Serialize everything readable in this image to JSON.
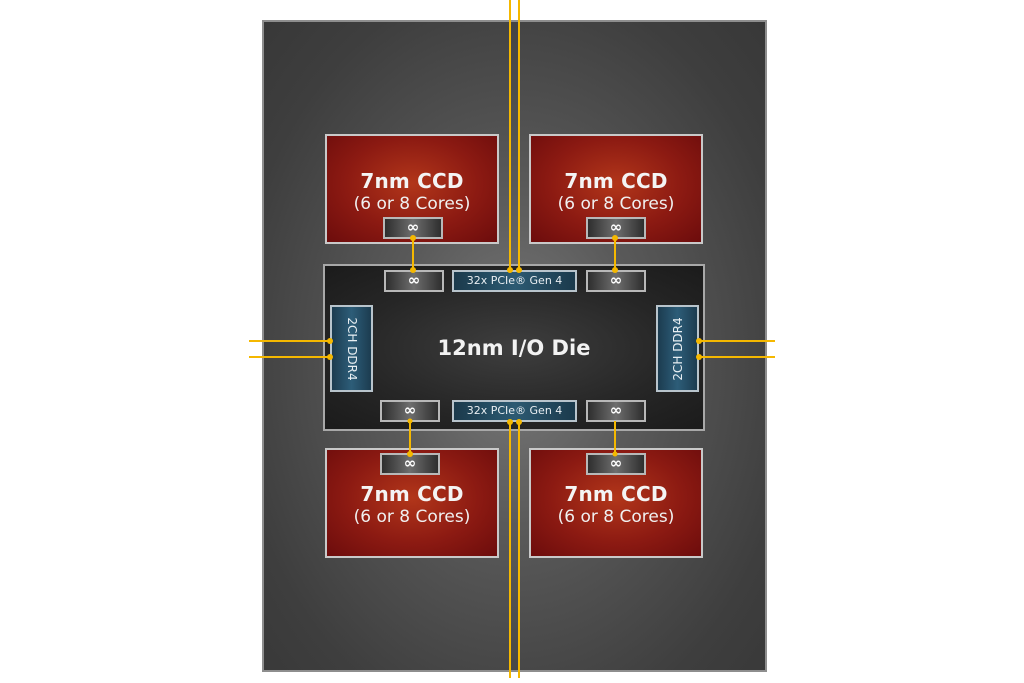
{
  "diagram": {
    "io_die": {
      "label": "12nm I/O Die"
    },
    "ccds": [
      {
        "id": "ccd-top-left",
        "title": "7nm CCD",
        "subtitle": "(6 or 8 Cores)",
        "link_symbol": "∞"
      },
      {
        "id": "ccd-top-right",
        "title": "7nm CCD",
        "subtitle": "(6 or 8 Cores)",
        "link_symbol": "∞"
      },
      {
        "id": "ccd-bottom-left",
        "title": "7nm CCD",
        "subtitle": "(6 or 8 Cores)",
        "link_symbol": "∞"
      },
      {
        "id": "ccd-bottom-right",
        "title": "7nm CCD",
        "subtitle": "(6 or 8 Cores)",
        "link_symbol": "∞"
      }
    ],
    "io_links": {
      "infinity_symbol": "∞",
      "pcie_top": "32x PCIe® Gen 4",
      "pcie_bottom": "32x PCIe® Gen 4",
      "ddr_left": "2CH DDR4",
      "ddr_right": "2CH DDR4"
    },
    "colors": {
      "wire": "#f5b800",
      "ccd_red": "#8c1a12",
      "io_blue": "#2c5a72",
      "package_gray": "#5a5a5a"
    }
  }
}
